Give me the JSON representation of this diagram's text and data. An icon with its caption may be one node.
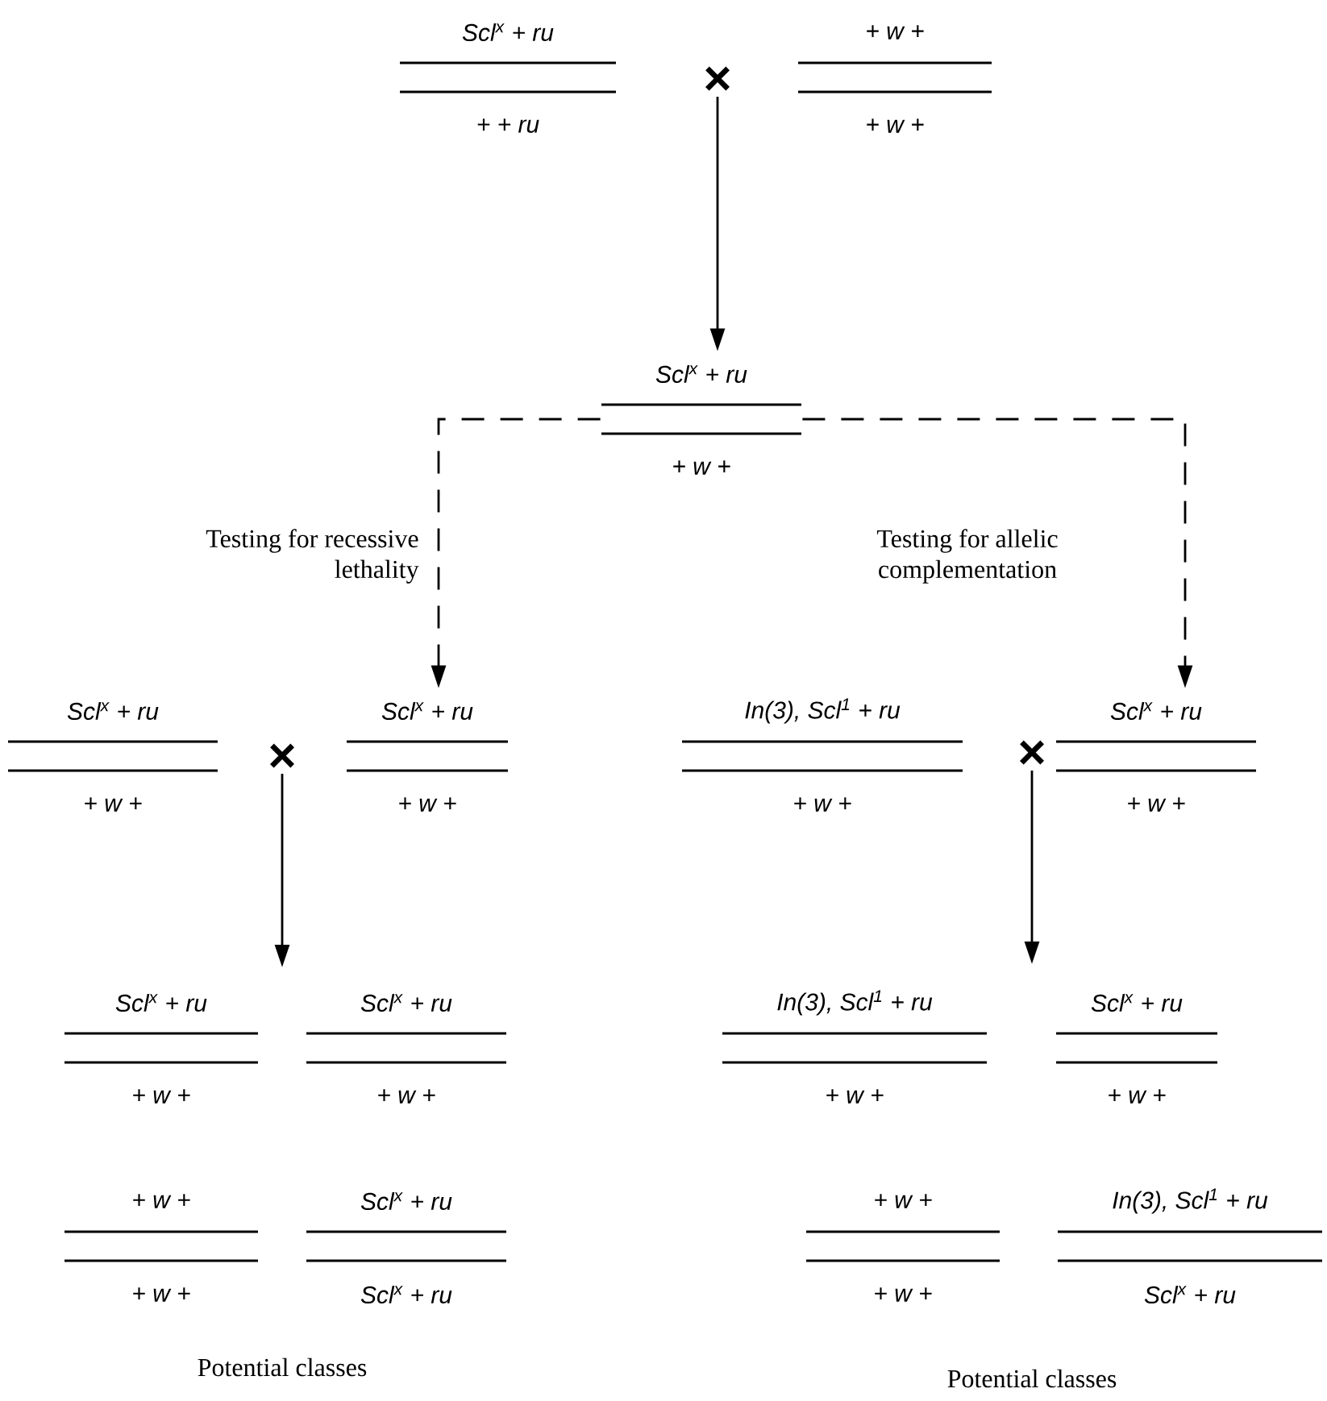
{
  "diagram": {
    "nodes": [
      {
        "text": [
          "Scl$^{x}$ + ru",
          "+ + ru"
        ]
      },
      {
        "text": [
          "×"
        ]
      },
      {
        "text": [
          "+ w +",
          "+ w +"
        ]
      },
      {
        "text": [
          "Scl$^{x}$ + ru",
          "+ w +"
        ]
      },
      {
        "text": [
          "Scl$^{x}$ + ru",
          "+ w +"
        ]
      },
      {
        "text": [
          "×"
        ]
      },
      {
        "text": [
          "Scl$^{x}$ + ru",
          "+ w +"
        ]
      },
      {
        "text": [
          "In(3), Scl$^{1}$ + ru",
          "+ w +"
        ]
      },
      {
        "text": [
          "×"
        ]
      },
      {
        "text": [
          "Scl$^{x}$ + ru",
          "+ w +"
        ]
      },
      {
        "text": [
          "Scl$^{x}$ + ru",
          "+ w +"
        ]
      },
      {
        "text": [
          "Scl$^{x}$ + ru",
          "+ w +"
        ]
      },
      {
        "text": [
          "+ w +",
          "+ w +"
        ]
      },
      {
        "text": [
          "Scl$^{x}$ + ru",
          "Scl$^{x}$ + ru"
        ]
      },
      {
        "text": [
          "In(3), Scl$^{1}$ + ru",
          "+ w +"
        ]
      },
      {
        "text": [
          "Scl$^{x}$ + ru",
          "+ w +"
        ]
      },
      {
        "text": [
          "+ w +",
          "+ w +"
        ]
      },
      {
        "text": [
          "In(3), Scl$^{1}$ + ru",
          "Scl$^{x}$ + ru"
        ]
      }
    ],
    "edges": [
      {
        "from": 1,
        "to": 3,
        "arrow": "to"
      },
      {
        "from": 3,
        "to": 6,
        "arrow": "to",
        "style": "dashed",
        "label": "Testing for recessive lethality"
      },
      {
        "from": 3,
        "to": 9,
        "arrow": "to",
        "style": "dashed",
        "label": "Testing for allelic complementation"
      },
      {
        "from": 5,
        "to": null,
        "arrow": "to"
      },
      {
        "from": 8,
        "to": null,
        "arrow": "to"
      }
    ],
    "labels": [
      "Potential classes",
      "Potential classes"
    ]
  }
}
